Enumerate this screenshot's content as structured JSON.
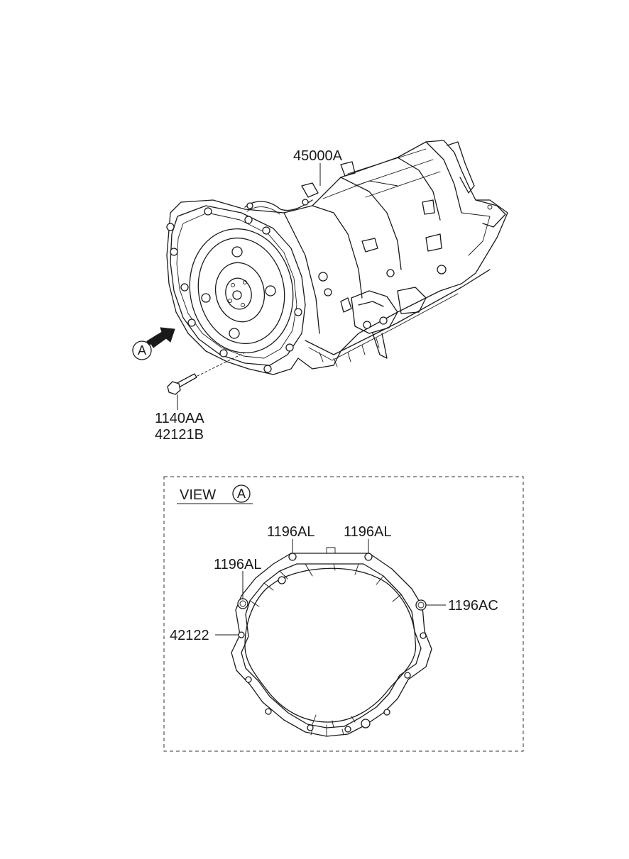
{
  "diagram": {
    "main_part_label": "45000A",
    "bolt_labels": [
      "1140AA",
      "42121B"
    ],
    "view_marker": "A",
    "view_title": "VIEW",
    "view_title_marker": "A",
    "gasket_label": "42122",
    "dowel_labels": {
      "top_left": "1196AL",
      "top_right": "1196AL",
      "left": "1196AL",
      "right": "1196AC"
    }
  }
}
